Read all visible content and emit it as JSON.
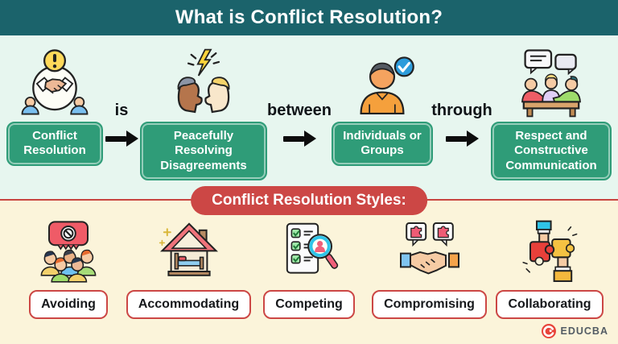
{
  "header": {
    "title": "What is Conflict Resolution?"
  },
  "flow": {
    "items": [
      {
        "label": "Conflict Resolution",
        "icon": "handshake-alert-icon"
      },
      {
        "label": "Peacefully Resolving Disagreements",
        "icon": "arguing-heads-icon"
      },
      {
        "label": "Individuals or Groups",
        "icon": "person-check-icon"
      },
      {
        "label": "Respect and Constructive Communication",
        "icon": "meeting-discussion-icon"
      }
    ],
    "connectors": [
      {
        "label": "is"
      },
      {
        "label": "between"
      },
      {
        "label": "through"
      }
    ]
  },
  "styles_section": {
    "heading": "Conflict Resolution Styles:",
    "items": [
      {
        "label": "Avoiding",
        "icon": "no-talk-crowd-icon"
      },
      {
        "label": "Accommodating",
        "icon": "house-bed-icon"
      },
      {
        "label": "Competing",
        "icon": "checklist-magnifier-icon"
      },
      {
        "label": "Compromising",
        "icon": "handshake-puzzle-bubbles-icon"
      },
      {
        "label": "Collaborating",
        "icon": "puzzle-hands-icon"
      }
    ]
  },
  "brand": {
    "name": "EDUCBA"
  },
  "colors": {
    "header_bg": "#1B636B",
    "top_bg": "#E7F6EF",
    "bottom_bg": "#FBF4DA",
    "flow_box_green": "#2F9C78",
    "accent_red": "#CC4745",
    "arrow_black": "#0D0D0D"
  }
}
